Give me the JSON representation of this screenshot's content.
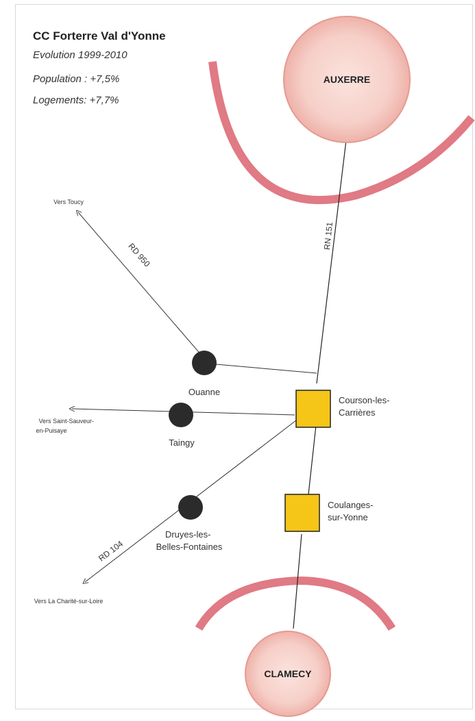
{
  "title": "CC Forterre Val d'Yonne",
  "stats": {
    "evolution": "Evolution 1999-2010",
    "population": "Population : +7,5%",
    "logements": "Logements: +7,7%"
  },
  "cities": {
    "north": "AUXERRE",
    "south": "CLAMECY"
  },
  "hubs": {
    "courson": [
      "Courson-les-",
      "Carrières"
    ],
    "coulanges": [
      "Coulanges-",
      "sur-Yonne"
    ]
  },
  "villages": {
    "ouanne": "Ouanne",
    "taingy": "Taingy",
    "druyes": [
      "Druyes-les-",
      "Belles-Fontaines"
    ]
  },
  "roads": {
    "rn151": "RN 151",
    "rd950": "RD 950",
    "rd104": "RD 104"
  },
  "destinations": {
    "toucy": "Vers Toucy",
    "saint_sauveur": [
      "Vers Saint-Sauveur-",
      "en-Puisaye"
    ],
    "la_charite": "Vers La Charité-sur-Loire"
  },
  "colors": {
    "arc": "#e07a85",
    "city_fill": "#f8d2cc",
    "city_stroke": "#e59a92",
    "hub_fill": "#f5c518",
    "village_fill": "#2b2b2b"
  }
}
